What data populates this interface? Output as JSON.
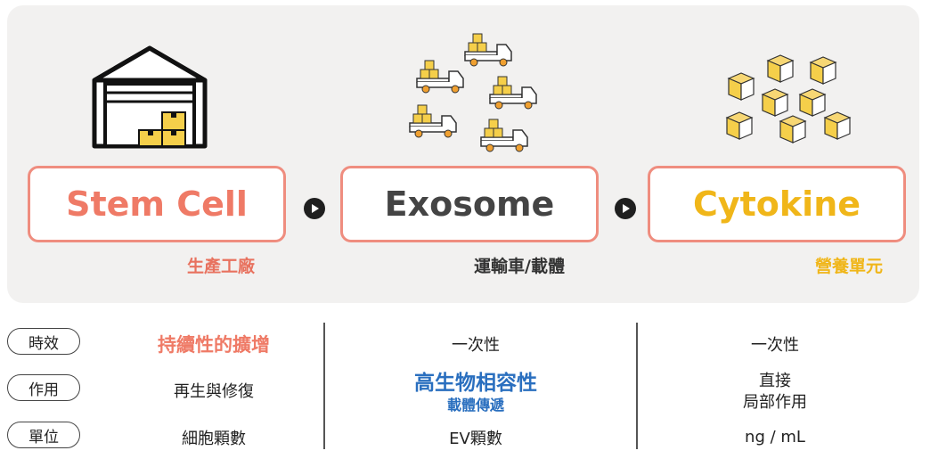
{
  "stages": [
    {
      "title": "Stem Cell",
      "subtitle": "生產工廠",
      "color": "#ef7a66",
      "subcolor": "#e8725f"
    },
    {
      "title": "Exosome",
      "subtitle": "運輸車/載體",
      "color": "#444444",
      "subcolor": "#333333"
    },
    {
      "title": "Cytokine",
      "subtitle": "營養單元",
      "color": "#f0b619",
      "subcolor": "#f0b619"
    }
  ],
  "icons": [
    "warehouse-icon",
    "delivery-trucks-icon",
    "boxes-icon"
  ],
  "table": {
    "row_labels": [
      "時效",
      "作用",
      "單位"
    ],
    "columns": [
      {
        "duration": "持續性的擴增",
        "function": "再生與修復",
        "function_sub": "",
        "unit": "細胞顆數"
      },
      {
        "duration": "一次性",
        "function": "高生物相容性",
        "function_sub": "載體傳遞",
        "unit": "EV顆數"
      },
      {
        "duration": "一次性",
        "function": "直接",
        "function_sub": "局部作用",
        "unit": "ng / mL"
      }
    ]
  },
  "colors": {
    "box_border": "#ef8d7f",
    "panel_bg": "#f2f1f0",
    "box_yellow": "#f5cf4a",
    "blue": "#2a6fbf"
  }
}
